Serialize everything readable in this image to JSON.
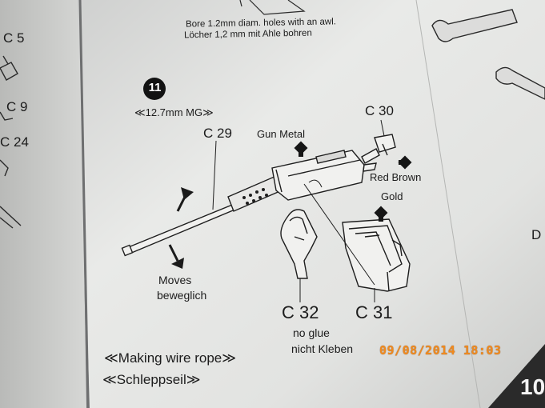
{
  "page": {
    "bore_note_en": "Bore 1.2mm diam. holes with an awl.",
    "bore_note_de": "Löcher 1,2 mm mit Ahle bohren",
    "left_margin_labels": [
      "C 5",
      "C 9",
      "C 24"
    ],
    "step_number": "11",
    "step_title": "≪12.7mm MG≫",
    "part_labels": {
      "c29": "C 29",
      "c30": "C 30",
      "c31": "C 31",
      "c32": "C 32"
    },
    "paint_labels": {
      "gun_metal": "Gun Metal",
      "red_brown": "Red Brown",
      "gold": "Gold"
    },
    "moves_en": "Moves",
    "moves_de": "beweglich",
    "no_glue_en": "no glue",
    "no_glue_de": "nicht Kleben",
    "section_title_en": "≪Making wire rope≫",
    "section_title_de": "≪Schleppseil≫",
    "right_edge_letter": "D",
    "next_step_number": "10",
    "date_stamp": "09/08/2014  18:03"
  },
  "colors": {
    "paper": "#e6e7e5",
    "ink": "#1c1c1c",
    "stamp": "#f08a1e",
    "background": "#7d7f82"
  }
}
